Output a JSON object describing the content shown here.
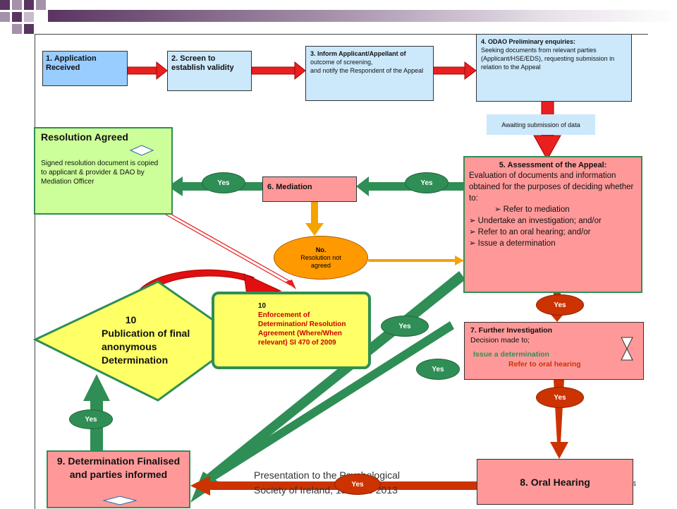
{
  "slide": {
    "footer_line1": "Presentation to the Psychological",
    "footer_line2": "Society of Ireland, 1st June 2013",
    "page_number": "4"
  },
  "boxes": {
    "b1": {
      "title": "1. Application Received"
    },
    "b2": {
      "title": "2. Screen to establish validity"
    },
    "b3": {
      "title": "3. Inform Applicant/Appellant of",
      "line2": "outcome of screening,",
      "line3": "and notify the Respondent of the Appeal"
    },
    "b4": {
      "title": "4. ODAO Preliminary enquiries:",
      "body": "Seeking documents from relevant parties (Applicant/HSE/EDS), requesting submission in relation to the Appeal"
    },
    "awaiting": {
      "text": "Awaiting submission of data"
    },
    "b5": {
      "title": "5. Assessment of the Appeal:",
      "body": "Evaluation of documents and information obtained for the purposes of deciding whether to:",
      "options": [
        "Refer to mediation",
        "Undertake an investigation; and/or",
        "Refer to an oral hearing; and/or",
        "Issue a determination"
      ]
    },
    "b6": {
      "title": "6. Mediation"
    },
    "resolution": {
      "title": "Resolution Agreed",
      "body": "Signed resolution document is copied to applicant & provider & DAO by Mediation Officer"
    },
    "no_resolution": {
      "line1": "No.",
      "line2": "Resolution not agreed"
    },
    "b7": {
      "title": "7. Further Investigation",
      "line2": "Decision made to;",
      "option1": "Issue a determination",
      "option2": "Refer to oral hearing"
    },
    "b8": {
      "title": "8. Oral Hearing"
    },
    "b9": {
      "title": "9. Determination Finalised and parties informed"
    },
    "b10_pub": {
      "num": "10",
      "title": "Publication of final anonymous Determination"
    },
    "b10_enf": {
      "num": "10",
      "title": "Enforcement of Determination/ Resolution Agreement (Where/When relevant) SI 470 of 2009"
    }
  },
  "labels": {
    "yes": "Yes"
  },
  "colors": {
    "green_arrow": "#2f8e55",
    "red_arrow": "#e82020",
    "dark_red_arrow": "#cc3300",
    "orange_arrow": "#f5a300",
    "light_blue": "#cce8fb",
    "blue": "#99ccff",
    "pink": "#ff9999",
    "light_green": "#ccff99",
    "yellow": "#ffff66",
    "orange": "#ff9900"
  }
}
